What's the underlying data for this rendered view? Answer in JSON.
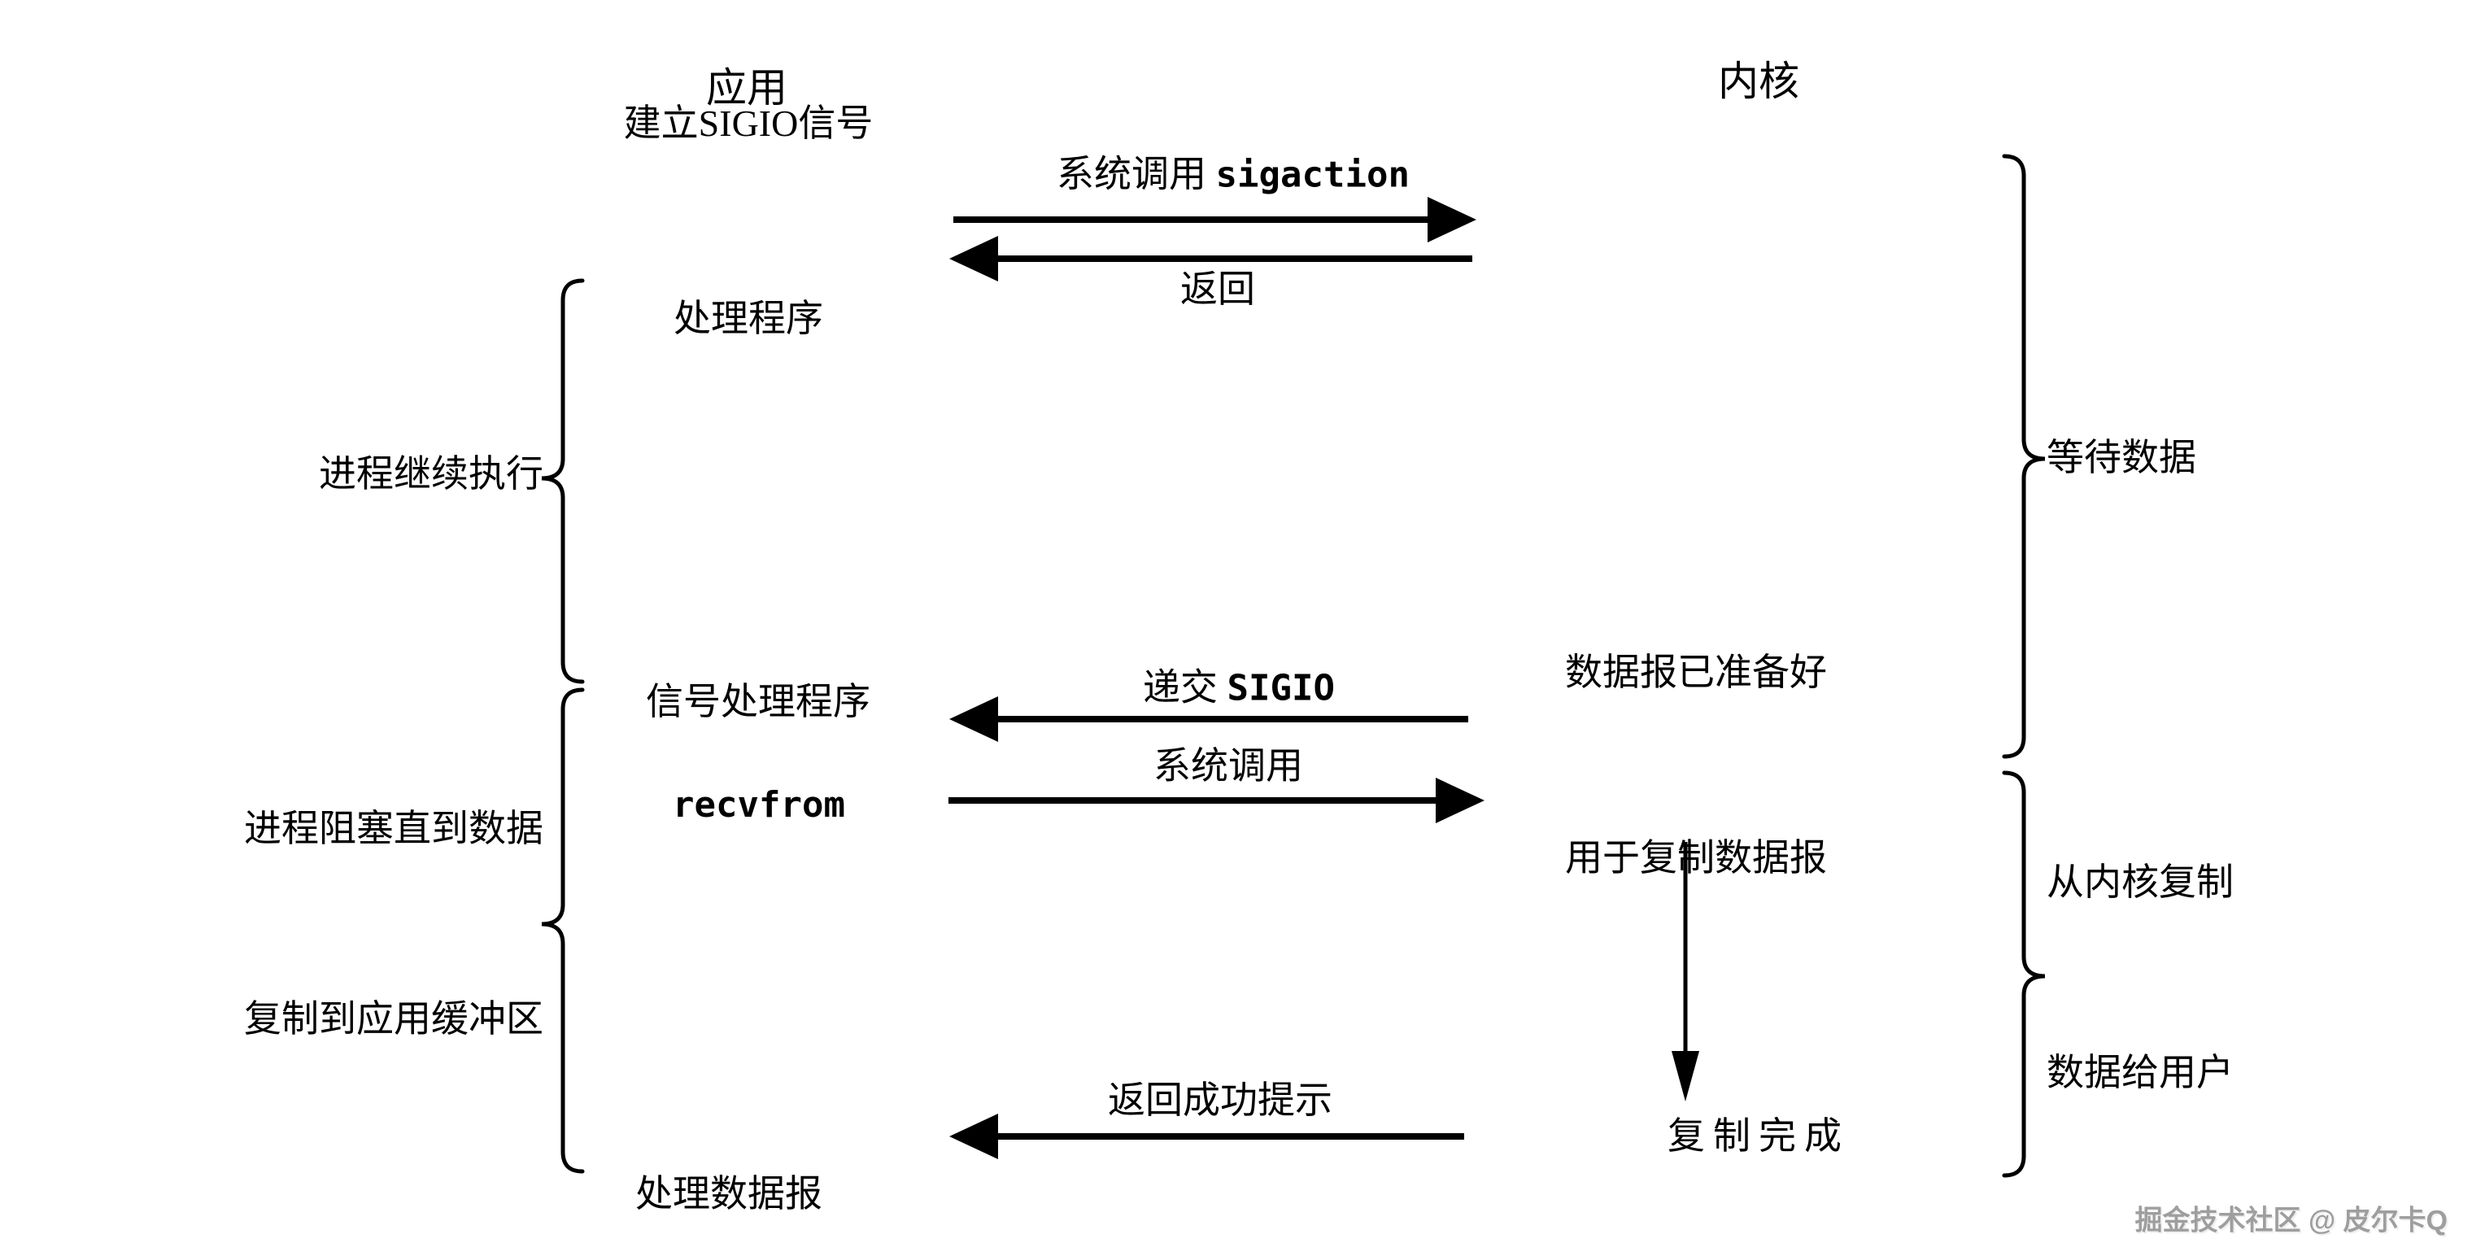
{
  "titles": {
    "application": "应用",
    "kernel": "内核"
  },
  "app_column": {
    "establish_handler_line1": "建立SIGIO信号",
    "establish_handler_line2": "处理程序",
    "signal_handler": "信号处理程序",
    "recvfrom_code": "recvfrom",
    "process_datagram": "处理数据报"
  },
  "arrow_labels": {
    "sigaction_call_prefix": "系统调用 ",
    "sigaction_call_code": "sigaction",
    "return_first": "返回",
    "deliver_sigio_prefix": "递交 ",
    "deliver_sigio_code": "SIGIO",
    "syscall_second": "系统调用",
    "return_success": "返回成功提示"
  },
  "kernel_column": {
    "datagram_ready_line1": "数据报已准备好",
    "datagram_ready_line2": "用于复制数据报",
    "copy_complete": "复制完成"
  },
  "side_labels": {
    "process_continues": "进程继续执行",
    "wait_for_data": "等待数据",
    "process_blocks_line1": "进程阻塞直到数据",
    "process_blocks_line2": "复制到应用缓冲区",
    "copy_from_kernel_line1": "从内核复制",
    "copy_from_kernel_line2": "数据给用户"
  },
  "watermark": "掘金技术社区 @ 皮尔卡Q",
  "colors": {
    "ink": "#000000",
    "background": "#ffffff",
    "watermark_gray": "#9e9e9e"
  }
}
